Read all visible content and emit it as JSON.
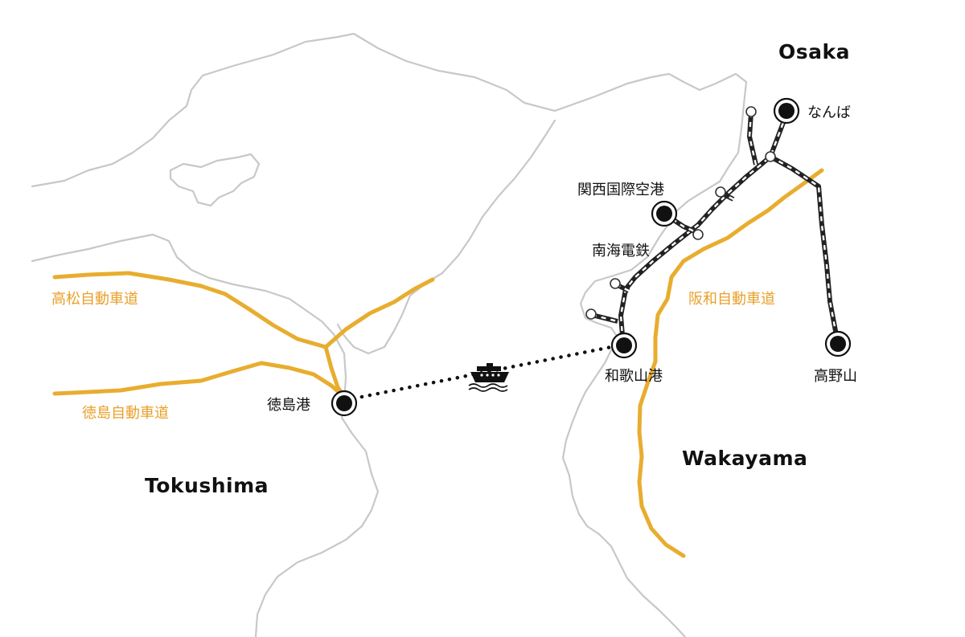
{
  "colors": {
    "road": "#e8ad2f",
    "rail": "#222222",
    "coast": "#c8c8c8",
    "station": "#111111"
  },
  "regions": {
    "osaka": "Osaka",
    "tokushima": "Tokushima",
    "wakayama": "Wakayama"
  },
  "stations": {
    "namba": "なんば",
    "kansai_airport": "関西国際空港",
    "wakayama_port": "和歌山港",
    "koyasan": "高野山",
    "tokushima_port": "徳島港"
  },
  "railway": {
    "nankai": "南海電鉄"
  },
  "expressways": {
    "takamatsu": "高松自動車道",
    "tokushima": "徳島自動車道",
    "hanwa": "阪和自動車道"
  },
  "icons": {
    "ferry": "ferry-icon",
    "station": "station-marker-icon"
  }
}
